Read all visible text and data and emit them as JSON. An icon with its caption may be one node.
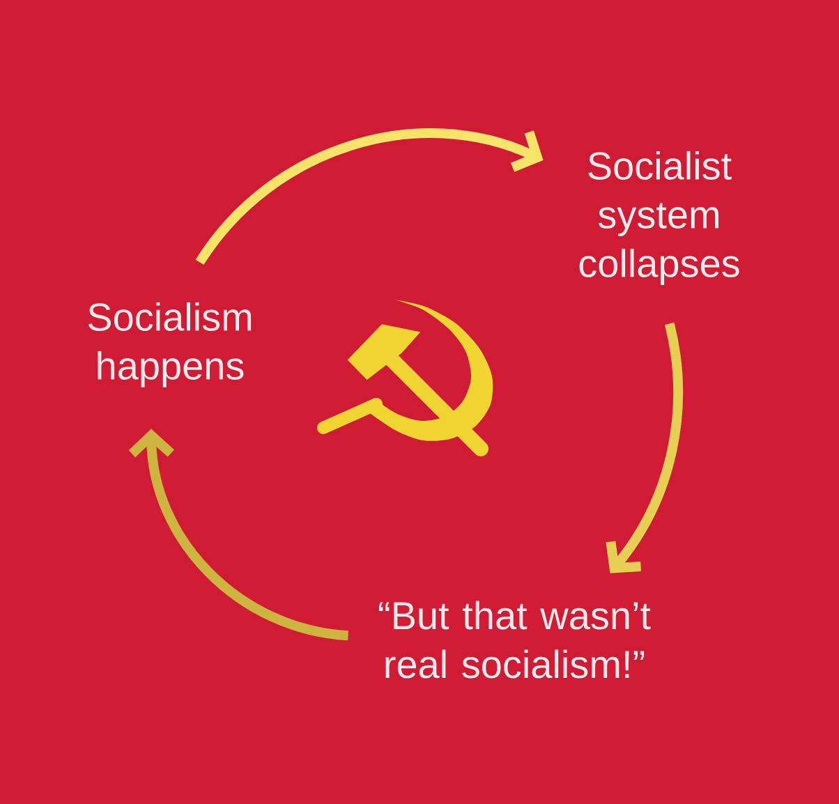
{
  "diagram": {
    "nodes": [
      {
        "text": [
          "Socialism happens"
        ]
      },
      {
        "text": [
          "Socialist system collapses"
        ]
      },
      {
        "text": [
          "“But that wasn’t real socialism!”"
        ]
      }
    ],
    "edges": [
      {
        "from": 0,
        "to": 1,
        "arrow": "to"
      },
      {
        "from": 1,
        "to": 2,
        "arrow": "to",
        "color": "#e6cf54"
      },
      {
        "from": 2,
        "to": 0,
        "arrow": "to",
        "color": "#cdb33f"
      }
    ]
  }
}
